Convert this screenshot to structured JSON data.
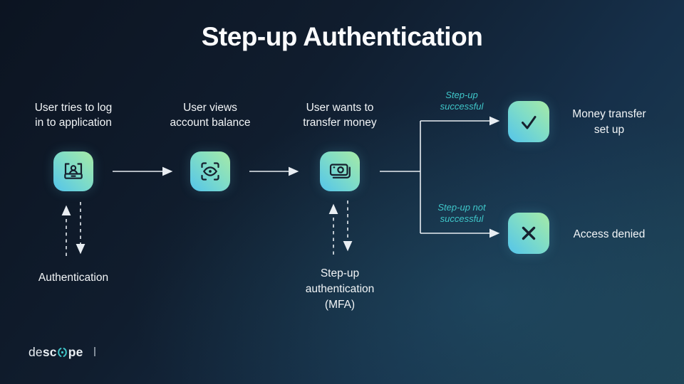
{
  "title": "Step-up Authentication",
  "steps": [
    {
      "icon": "user-login-icon",
      "line1": "User tries to log",
      "line2": "in to application"
    },
    {
      "icon": "view-balance-icon",
      "line1": "User views",
      "line2": "account balance"
    },
    {
      "icon": "transfer-money-icon",
      "line1": "User wants to",
      "line2": "transfer money"
    }
  ],
  "annotations": {
    "authentication": "Authentication",
    "stepup_mfa_line1": "Step-up",
    "stepup_mfa_line2": "authentication",
    "stepup_mfa_line3": "(MFA)"
  },
  "branches": {
    "success": {
      "label_line1": "Step-up",
      "label_line2": "successful",
      "icon": "check-icon",
      "outcome_line1": "Money transfer",
      "outcome_line2": "set up"
    },
    "failure": {
      "label_line1": "Step-up not",
      "label_line2": "successful",
      "icon": "x-icon",
      "outcome": "Access denied"
    }
  },
  "footer": {
    "logo_de": "de",
    "logo_sc": "sc",
    "logo_pe": "pe"
  },
  "colors": {
    "accent_teal": "#3fc6c9",
    "icon_gradient_green": "#a7eaa6",
    "icon_gradient_blue": "#54c4eb",
    "glyph_dark": "#16202e",
    "background_dark": "#0c1421",
    "background_teal": "#1d4154",
    "text": "#f2f5f7",
    "arrow": "#e8edf2"
  }
}
